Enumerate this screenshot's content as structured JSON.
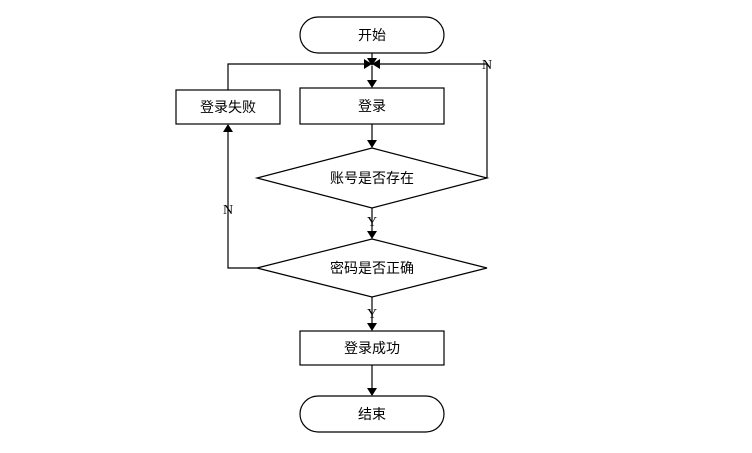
{
  "flowchart": {
    "start": "开始",
    "login": "登录",
    "login_failed": "登录失败",
    "account_exists": "账号是否存在",
    "password_correct": "密码是否正确",
    "login_success": "登录成功",
    "end": "结束",
    "branch_yes_account": "Y",
    "branch_no_account": "N",
    "branch_yes_password": "Y",
    "branch_no_password": "N"
  }
}
